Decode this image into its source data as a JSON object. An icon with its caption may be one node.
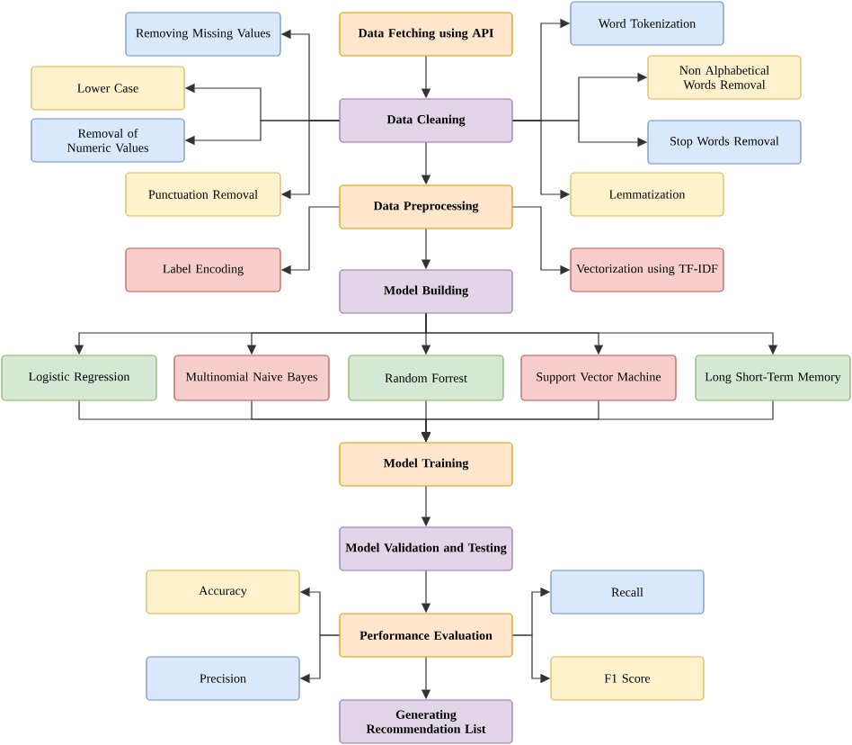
{
  "diagram": {
    "nodes": [
      {
        "text": [
          "Data Fetching using API"
        ]
      },
      {
        "text": [
          "Removing Missing Values"
        ]
      },
      {
        "text": [
          "Lower Case"
        ]
      },
      {
        "text": [
          "Removal of Numeric Values"
        ]
      },
      {
        "text": [
          "Data Cleaning"
        ]
      },
      {
        "text": [
          "Punctuation Removal"
        ]
      },
      {
        "text": [
          "Word Tokenization"
        ]
      },
      {
        "text": [
          "Non Alphabetical Words Removal"
        ]
      },
      {
        "text": [
          "Stop Words Removal"
        ]
      },
      {
        "text": [
          "Lemmatization"
        ]
      },
      {
        "text": [
          "Data Preprocessing"
        ]
      },
      {
        "text": [
          "Label Encoding"
        ]
      },
      {
        "text": [
          "Vectorization using TF-IDF"
        ]
      },
      {
        "text": [
          "Model Building"
        ]
      },
      {
        "text": [
          "Logistic Regression"
        ]
      },
      {
        "text": [
          "Multinomial Naive Bayes"
        ]
      },
      {
        "text": [
          "Random Forrest"
        ]
      },
      {
        "text": [
          "Support Vector Machine"
        ]
      },
      {
        "text": [
          "Long Short-Term Memory"
        ]
      },
      {
        "text": [
          "Model Training"
        ]
      },
      {
        "text": [
          "Model Validation and Testing"
        ]
      },
      {
        "text": [
          "Accuracy"
        ]
      },
      {
        "text": [
          "Recall"
        ]
      },
      {
        "text": [
          "Performance Evaluation"
        ]
      },
      {
        "text": [
          "Precision"
        ]
      },
      {
        "text": [
          "F1 Score"
        ]
      },
      {
        "text": [
          "Generating Recommendation List"
        ]
      }
    ],
    "edges": [
      {
        "from": 0,
        "to": 4,
        "arrow": "to"
      },
      {
        "from": 4,
        "to": 1,
        "arrow": "to"
      },
      {
        "from": 4,
        "to": 2,
        "arrow": "to"
      },
      {
        "from": 4,
        "to": 3,
        "arrow": "to"
      },
      {
        "from": 4,
        "to": 5,
        "arrow": "to"
      },
      {
        "from": 4,
        "to": 6,
        "arrow": "to"
      },
      {
        "from": 4,
        "to": 7,
        "arrow": "to"
      },
      {
        "from": 4,
        "to": 8,
        "arrow": "to"
      },
      {
        "from": 4,
        "to": 9,
        "arrow": "to"
      },
      {
        "from": 4,
        "to": 10,
        "arrow": "to"
      },
      {
        "from": 10,
        "to": 11,
        "arrow": "to"
      },
      {
        "from": 10,
        "to": 12,
        "arrow": "to"
      },
      {
        "from": 10,
        "to": 13,
        "arrow": "to"
      },
      {
        "from": 13,
        "to": 14,
        "arrow": "to"
      },
      {
        "from": 13,
        "to": 15,
        "arrow": "to"
      },
      {
        "from": 13,
        "to": 16,
        "arrow": "to"
      },
      {
        "from": 13,
        "to": 17,
        "arrow": "to"
      },
      {
        "from": 13,
        "to": 18,
        "arrow": "to"
      },
      {
        "from": 14,
        "to": 19,
        "arrow": "to"
      },
      {
        "from": 15,
        "to": 19,
        "arrow": "to"
      },
      {
        "from": 16,
        "to": 19,
        "arrow": "to"
      },
      {
        "from": 17,
        "to": 19,
        "arrow": "to"
      },
      {
        "from": 18,
        "to": 19,
        "arrow": "to"
      },
      {
        "from": 19,
        "to": 20,
        "arrow": "to"
      },
      {
        "from": 20,
        "to": 23,
        "arrow": "to"
      },
      {
        "from": 23,
        "to": 21,
        "arrow": "to"
      },
      {
        "from": 23,
        "to": 22,
        "arrow": "to"
      },
      {
        "from": 23,
        "to": 24,
        "arrow": "to"
      },
      {
        "from": 23,
        "to": 25,
        "arrow": "to"
      },
      {
        "from": 23,
        "to": 26,
        "arrow": "to"
      }
    ]
  }
}
